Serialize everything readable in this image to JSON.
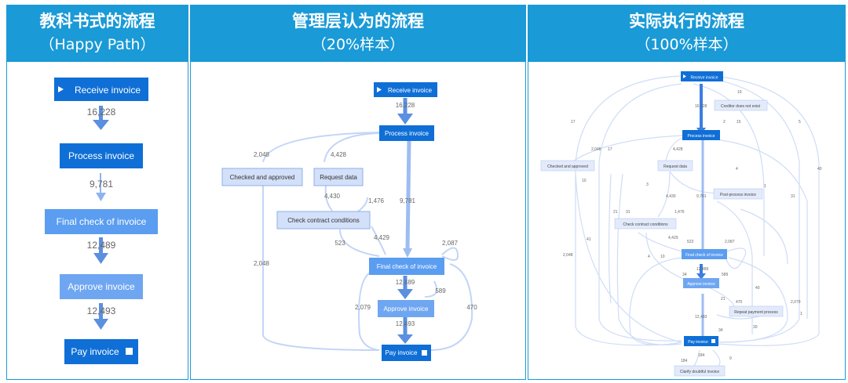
{
  "panels": [
    {
      "title": "教科书式的流程",
      "subtitle": "（Happy Path）"
    },
    {
      "title": "管理层认为的流程",
      "subtitle": "（20%样本）"
    },
    {
      "title": "实际执行的流程",
      "subtitle": "（100%样本）"
    }
  ],
  "happy": {
    "nodes": [
      "Receive invoice",
      "Process invoice",
      "Final check of invoice",
      "Approve invoice",
      "Pay invoice"
    ],
    "counts": [
      "16,228",
      "9,781",
      "12,489",
      "12,493"
    ]
  },
  "mgmt": {
    "nodes": {
      "receive": "Receive invoice",
      "process": "Process invoice",
      "checked": "Checked and approved",
      "request": "Request data",
      "contract": "Check contract conditions",
      "final": "Final check of invoice",
      "approve": "Approve invoice",
      "pay": "Pay invoice"
    },
    "labels": {
      "c16228": "16,228",
      "c2048a": "2,048",
      "c4428": "4,428",
      "c4430": "4,430",
      "c1476": "1,476",
      "c9781": "9,781",
      "c4429": "4,429",
      "c523": "523",
      "c2087": "2,087",
      "c2048b": "2,048",
      "c12489": "12,489",
      "c589": "589",
      "c2079": "2,079",
      "c470": "470",
      "c12493": "12,493"
    }
  },
  "actual": {
    "nodes": {
      "receive": "Receive invoice",
      "creditor": "Creditor does not exist",
      "process": "Process invoice",
      "checked": "Checked and approved",
      "request": "Request data",
      "post": "Post-process invoice",
      "contract": "Check contract conditions",
      "final": "Final check of invoice",
      "approve": "Approve invoice",
      "repeat": "Repeat payment process",
      "pay": "Pay invoice",
      "clarify": "Clarify doubtful invoice"
    },
    "labels": {
      "a1": "19",
      "a2": "16,228",
      "a3": "2",
      "a4": "15",
      "a5": "17",
      "a6": "5",
      "a7": "2,048",
      "a8": "17",
      "a9": "4,428",
      "a10": "10",
      "a11": "4",
      "a12": "40",
      "a13": "3",
      "a14": "4,430",
      "a15": "9,781",
      "a16": "1",
      "a17": "31",
      "a18": "21",
      "a19": "31",
      "a20": "1,476",
      "a21": "41",
      "a22": "4,429",
      "a23": "523",
      "a24": "2,087",
      "a25": "2,048",
      "a26": "4",
      "a27": "10",
      "a28": "12,489",
      "a29": "589",
      "a30": "34",
      "a31": "21",
      "a32": "470",
      "a33": "40",
      "a34": "2,079",
      "a35": "12,493",
      "a36": "34",
      "a37": "30",
      "a38": "184",
      "a39": "184",
      "a40": "9",
      "a41": "1"
    }
  },
  "colors": {
    "header": "#1a9ad6",
    "dark": "#0f6fd6",
    "mid": "#5b9df0",
    "light": "#8cb4f3",
    "pale": "#d3e0f9",
    "edge": "#c6d8f7"
  }
}
